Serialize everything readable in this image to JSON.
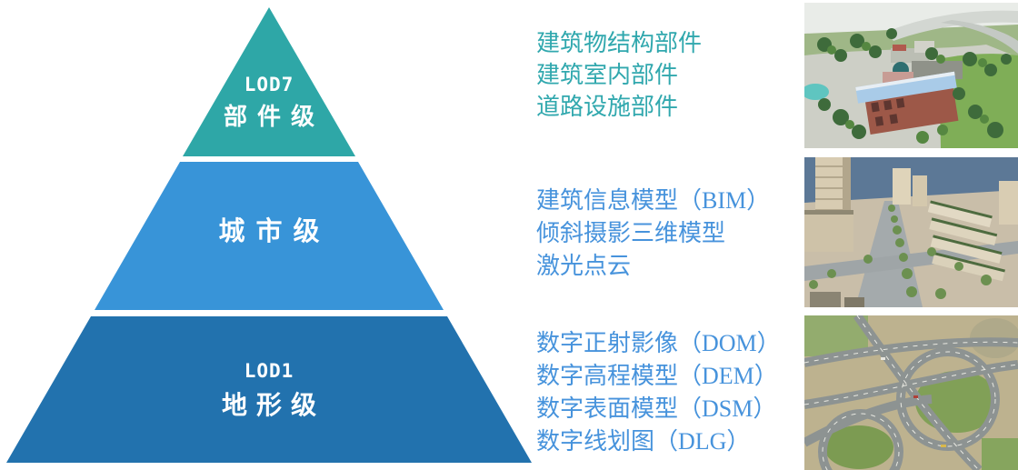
{
  "slide": {
    "title_hint": "LOD 层级金字塔示意",
    "pyramid": {
      "label_color": "#FFFFFF",
      "levels": [
        {
          "code": "LOD7",
          "name": "部件级",
          "color": "#2EA7A7",
          "items": [
            "建筑物结构部件",
            "建筑室内部件",
            "道路设施部件"
          ],
          "item_color": "#31A8AE"
        },
        {
          "code": "",
          "name": "城市级",
          "color": "#3894D8",
          "items": [
            "建筑信息模型（BIM）",
            "倾斜摄影三维模型",
            "激光点云"
          ],
          "item_color": "#4793DC"
        },
        {
          "code": "LOD1",
          "name": "地形级",
          "color": "#2272AE",
          "items": [
            "数字正射影像（DOM）",
            "数字高程模型（DEM）",
            "数字表面模型（DSM）",
            "数字线划图（DLG）"
          ],
          "item_color": "#4793DC"
        }
      ]
    },
    "photos": [
      {
        "alt": "部件级三维建筑模型鸟瞰图"
      },
      {
        "alt": "城市级倾斜摄影三维模型街区图"
      },
      {
        "alt": "地形级高架立交正射影像图"
      }
    ]
  }
}
